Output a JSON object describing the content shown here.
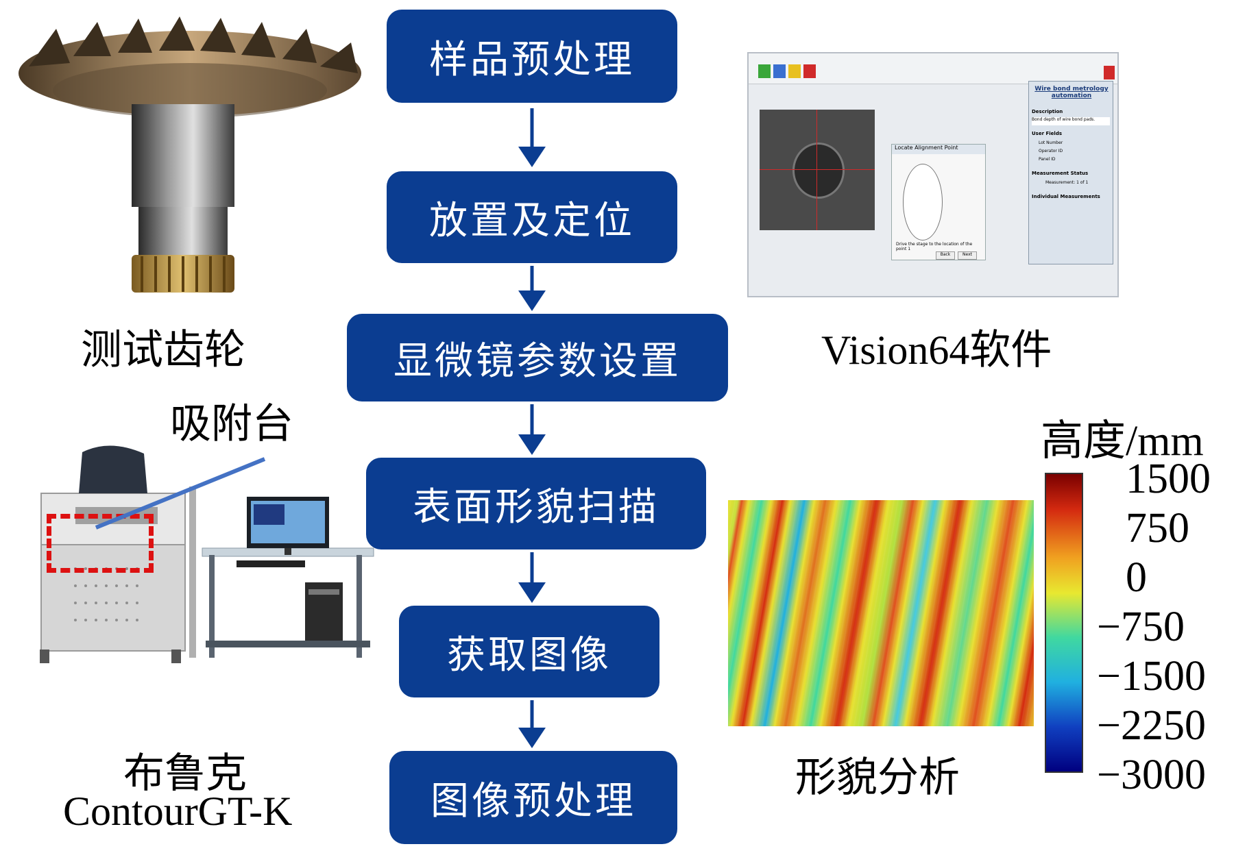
{
  "flow": {
    "steps": [
      {
        "label": "样品预处理"
      },
      {
        "label": "放置及定位"
      },
      {
        "label": "显微镜参数设置"
      },
      {
        "label": "表面形貌扫描"
      },
      {
        "label": "获取图像"
      },
      {
        "label": "图像预处理"
      }
    ],
    "box_color": "#0b3d91"
  },
  "labels": {
    "gear": "测试齿轮",
    "stage": "吸附台",
    "instrument_line1": "布鲁克",
    "instrument_line2": "ContourGT-K",
    "software": "Vision64软件",
    "morphology": "形貌分析"
  },
  "software_window": {
    "panel_title": "Wire bond metrology automation",
    "description_label": "Description",
    "description_text": "Bond depth of wire bond pads.",
    "user_fields_label": "User Fields",
    "field_lot": "Lot Number",
    "field_operator": "Operator ID",
    "field_panel": "Panel ID",
    "status_label": "Measurement Status",
    "status_text": "Measurement: 1 of 1",
    "individual_label": "Individual Measurements",
    "dialog_title": "Locate Alignment Point",
    "dialog_instruction": "Drive the stage to the location of the point 1",
    "next_button": "Next",
    "back_button": "Back"
  },
  "colorbar": {
    "title": "高度/mm",
    "ticks": [
      "1500",
      "750",
      "0",
      "−750",
      "−1500",
      "−2250",
      "−3000"
    ],
    "colors": [
      "#7a0000",
      "#d42a10",
      "#f0a020",
      "#e8e830",
      "#40d8a0",
      "#20b0e0",
      "#1040c0",
      "#000080"
    ]
  },
  "highlight_color": "#d11",
  "pointer_color": "#4472c4"
}
